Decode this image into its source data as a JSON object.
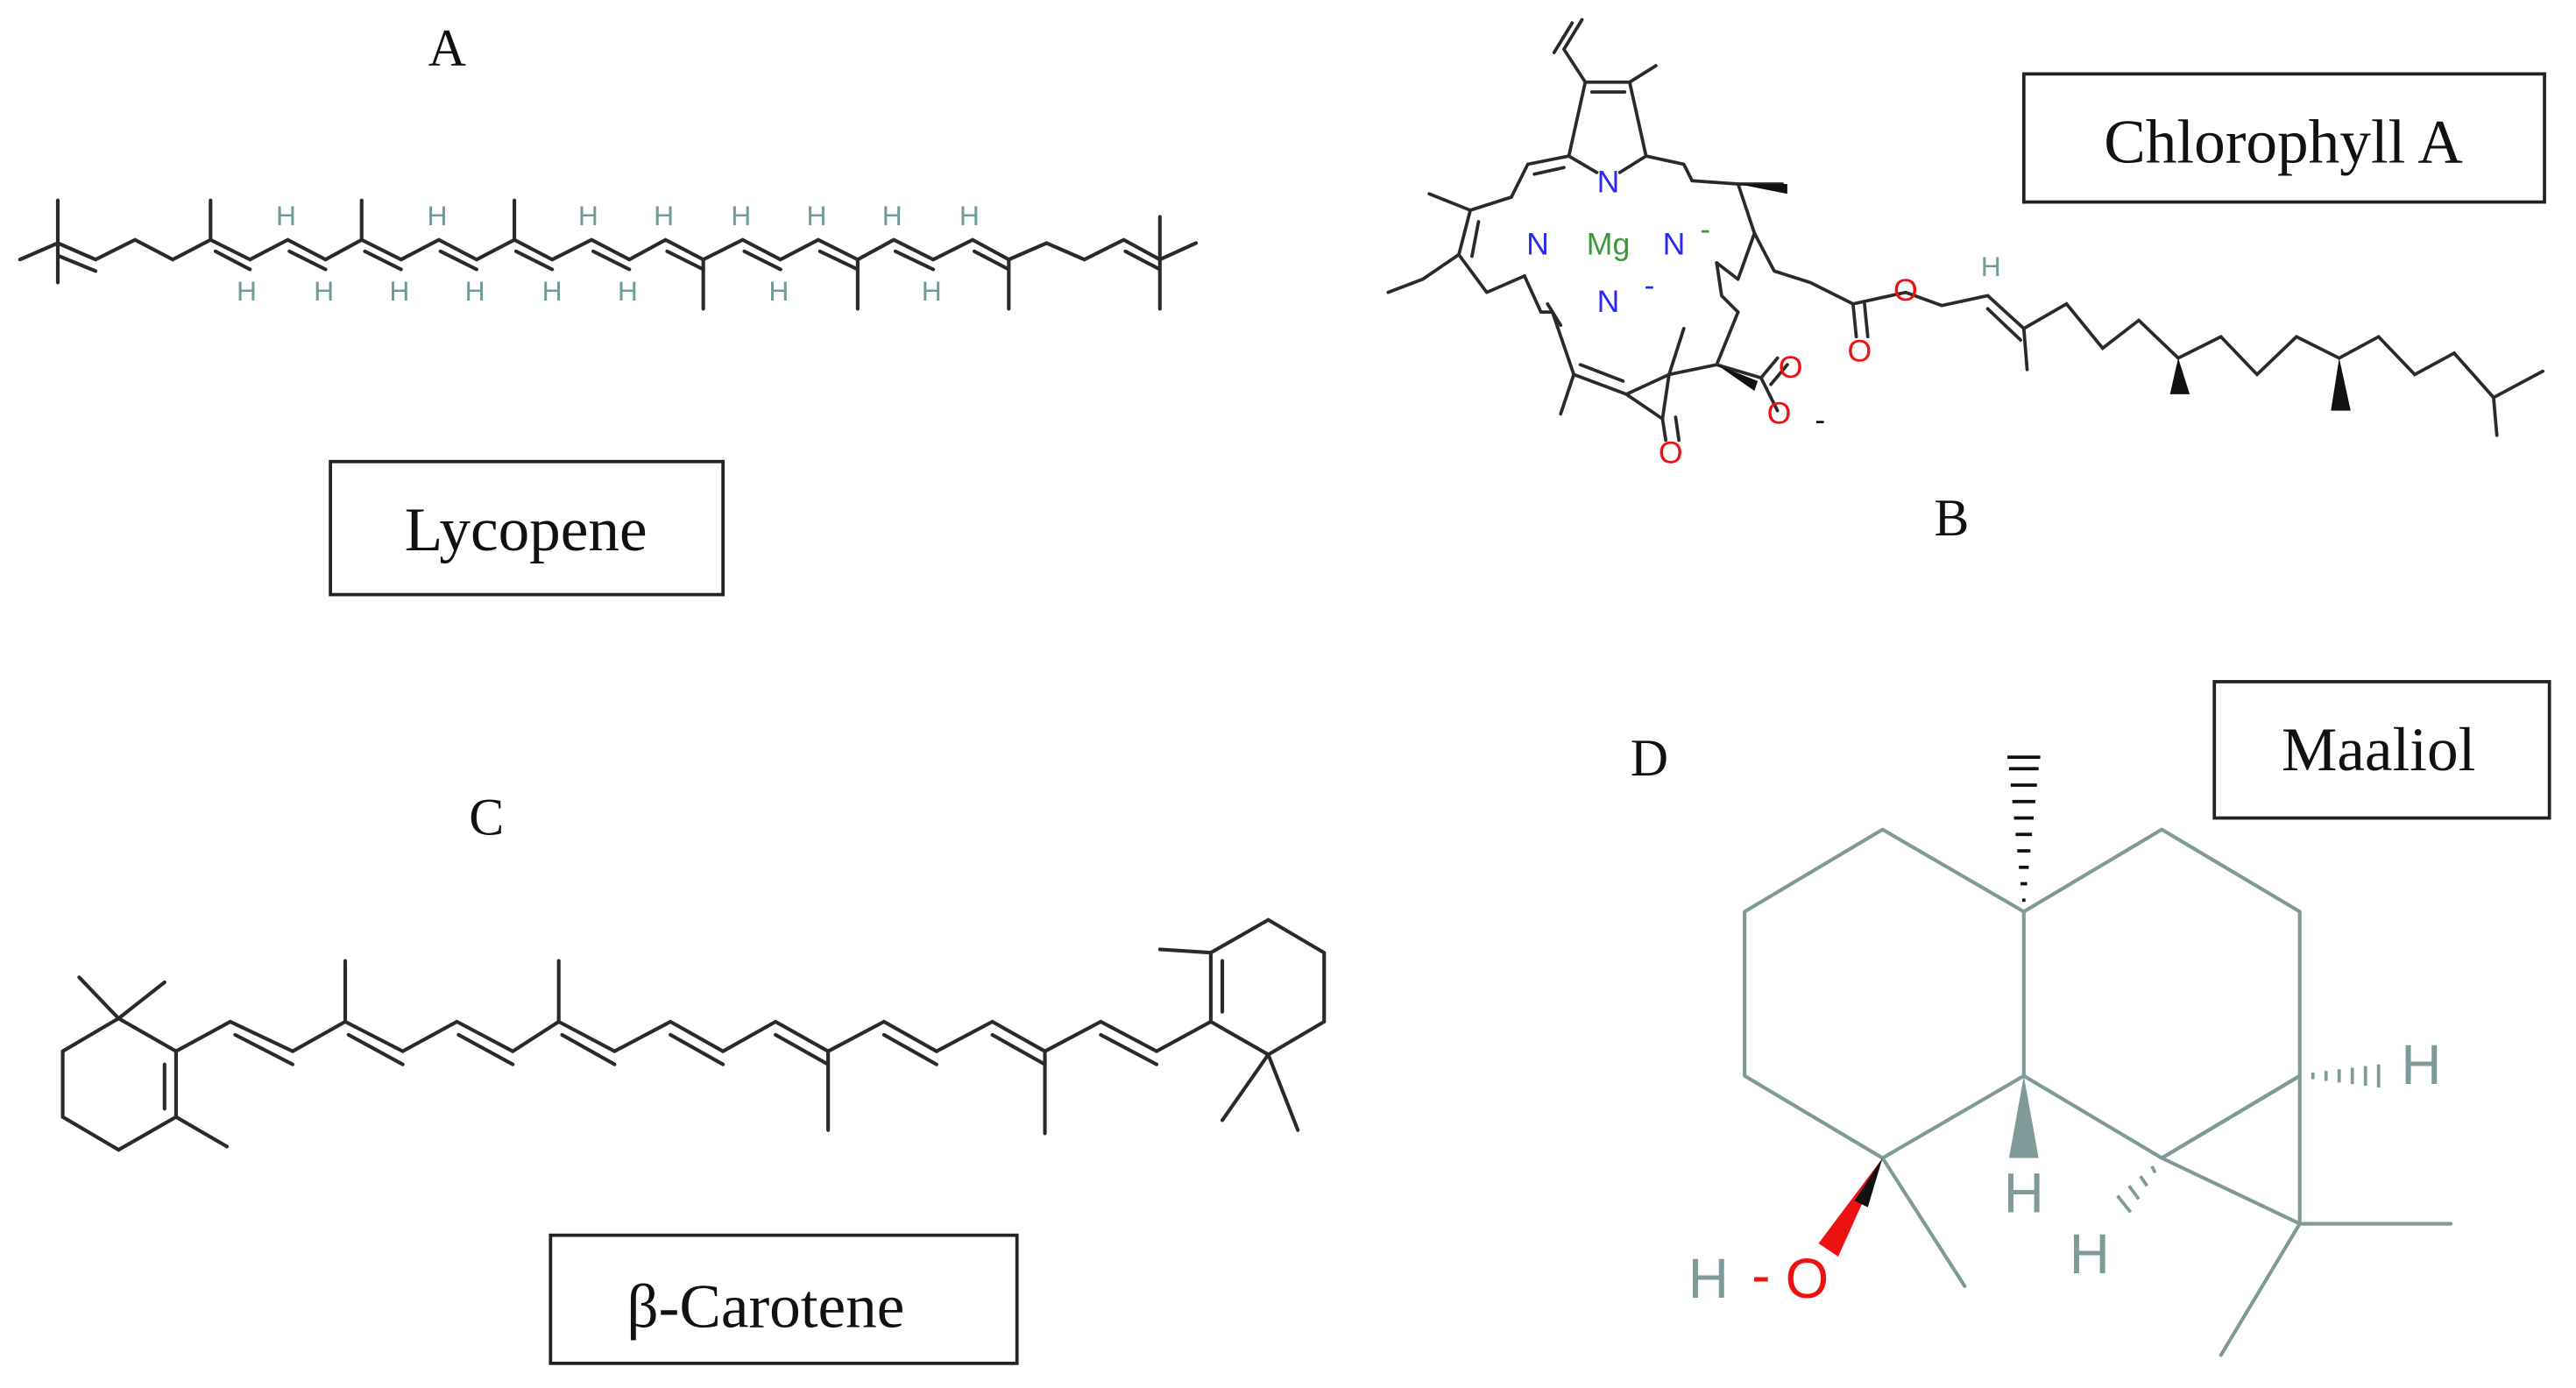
{
  "panels": [
    {
      "letter": "A",
      "name": "Lycopene"
    },
    {
      "letter": "B",
      "name": "Chlorophyll A"
    },
    {
      "letter": "C",
      "name": "β-Carotene"
    },
    {
      "letter": "D",
      "name": "Maaliol"
    }
  ],
  "atoms": {
    "h": "H",
    "n": "N",
    "o": "O",
    "mg": "Mg",
    "charge_minus": "-",
    "bond_dash": "-"
  },
  "colors": {
    "bond": "#2a2a2a",
    "hydrogen": "#6f9b98",
    "nitrogen": "#2b2bf0",
    "oxygen": "#ee1111",
    "magnesium": "#3a9a3a",
    "box_border": "#222222",
    "maaliol_bond": "#7f9a98"
  }
}
